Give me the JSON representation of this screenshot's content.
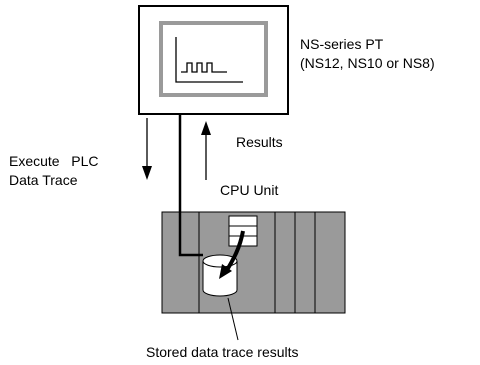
{
  "labels": {
    "pt_line1": "NS-series PT",
    "pt_line2": "(NS12, NS10 or NS8)",
    "results": "Results",
    "execute_line1": "Execute   PLC",
    "execute_line2": "Data Trace",
    "cpu_unit": "CPU Unit",
    "stored": "Stored data trace results"
  },
  "colors": {
    "plc_fill": "#9a9a9a",
    "screen_border": "#9a9a9a",
    "line": "#000000"
  }
}
